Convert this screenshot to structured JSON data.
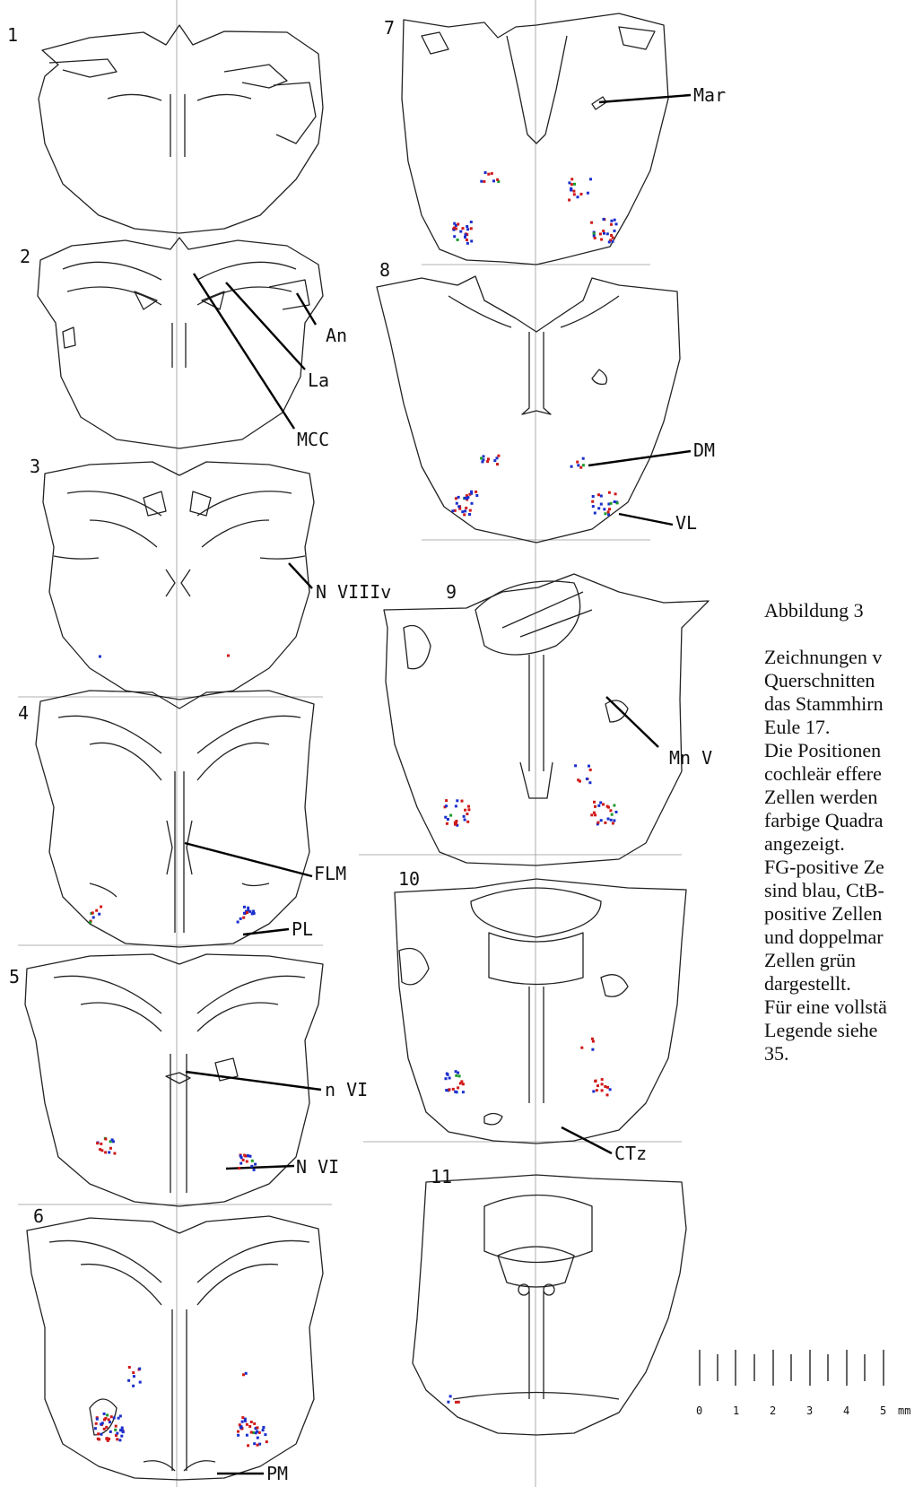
{
  "section_numbers": [
    "1",
    "2",
    "3",
    "4",
    "5",
    "6",
    "7",
    "8",
    "9",
    "10",
    "11"
  ],
  "labels": {
    "mar": "Mar",
    "an": "An",
    "la": "La",
    "mcc": "MCC",
    "dm": "DM",
    "vl": "VL",
    "n_viiiv": "N VIIIv",
    "mn_v": "Mn V",
    "flm": "FLM",
    "pl": "PL",
    "n_vi_lower": "n VI",
    "n_vi_upper": "N VI",
    "ctz": "CTz",
    "pm": "PM"
  },
  "caption": {
    "title": "Abbildung 3",
    "lines": [
      "Zeichnungen v",
      "Querschnitten",
      "das Stammhirn",
      "Eule 17.",
      "Die Positionen",
      "cochleär effere",
      "Zellen werden",
      "farbige Quadra",
      "angezeigt.",
      "FG-positive Ze",
      "sind blau, CtB-",
      "positive Zellen",
      "und doppelmar",
      "Zellen grün",
      "dargestellt.",
      "Für eine vollstä",
      "Legende siehe",
      "35."
    ]
  },
  "scale_bar": {
    "ticks": [
      "0",
      "1",
      "2",
      "3",
      "4",
      "5"
    ],
    "unit": "mm"
  },
  "colors": {
    "fg_positive": "#1a2ecc",
    "ctb_positive": "#d01818",
    "double_marked": "#1a9a2a",
    "outline": "#222222"
  }
}
